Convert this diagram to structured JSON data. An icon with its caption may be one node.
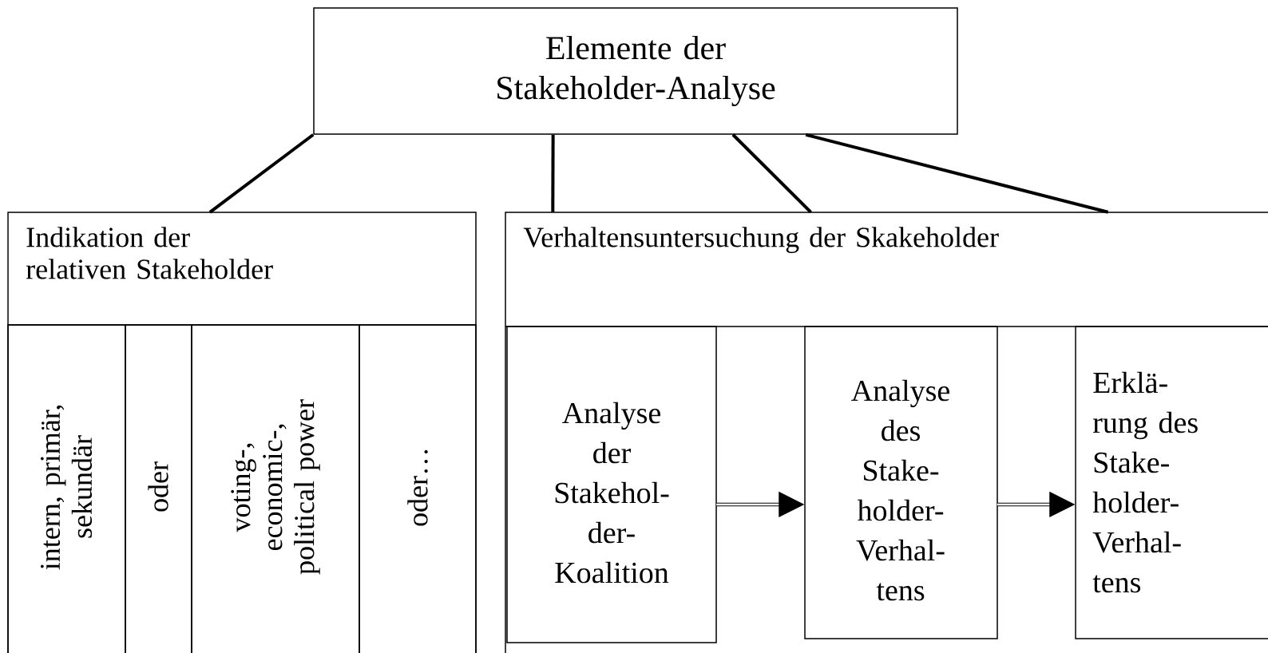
{
  "diagram": {
    "nodes": [
      {
        "text": [
          "Elemente der Stakeholder-Analyse"
        ]
      },
      {
        "text": [
          "Indikation der relativen Stakeholder"
        ]
      },
      {
        "text": [
          "intern, primär, sekundär"
        ],
        "in": 1
      },
      {
        "text": [
          "oder"
        ],
        "in": 1
      },
      {
        "text": [
          "voting-, economic-, political power"
        ],
        "in": 1
      },
      {
        "text": [
          "oder…"
        ],
        "in": 1
      },
      {
        "text": [
          "Verhaltensuntersuchung der Skakeholder"
        ]
      },
      {
        "text": [
          "Analyse der Stakehol- der- Koalition"
        ],
        "in": 6
      },
      {
        "text": [
          "Analyse des Stake- holder- Verhal- tens"
        ],
        "in": 6
      },
      {
        "text": [
          "Erklä- rung des Stake- holder- Verhal- tens"
        ],
        "in": 6
      }
    ],
    "edges": [
      {
        "from": 0,
        "to": 1,
        "arrow": "none"
      },
      {
        "from": 0,
        "to": 6,
        "arrow": "none"
      },
      {
        "from": 0,
        "to": 6,
        "arrow": "none"
      },
      {
        "from": 0,
        "to": 6,
        "arrow": "none"
      },
      {
        "from": 7,
        "to": 8,
        "arrow": "to"
      },
      {
        "from": 8,
        "to": 9,
        "arrow": "to"
      }
    ]
  }
}
